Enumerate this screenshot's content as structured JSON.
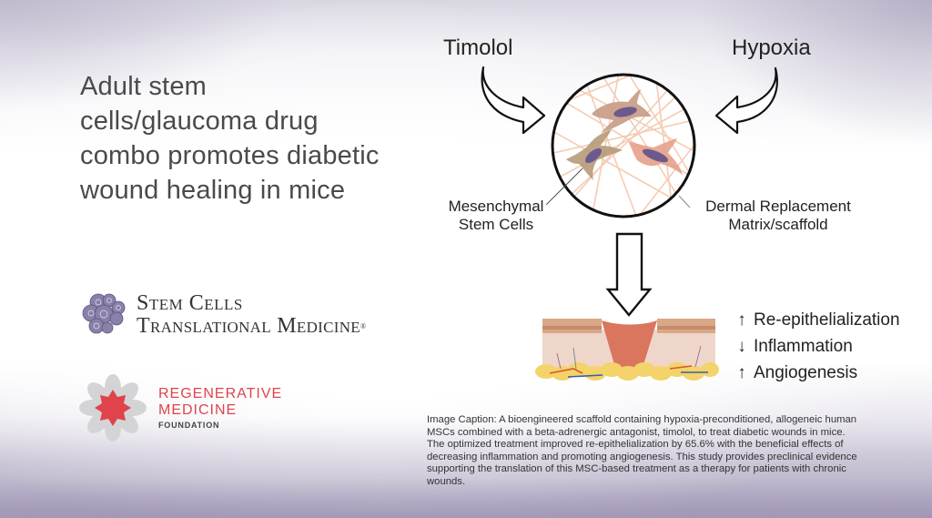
{
  "headline": {
    "lines": [
      "Adult stem",
      "cells/glaucoma drug",
      "combo promotes diabetic",
      "wound healing in mice"
    ]
  },
  "logos": {
    "stem_cells_tm": {
      "line1": "Stem Cells",
      "line2": "Translational Medicine",
      "registered": "®"
    },
    "regenerative_medicine_foundation": {
      "line1": "REGENERATIVE",
      "line2": "MEDICINE",
      "line3": "FOUNDATION",
      "accent_color": "#e0434b"
    }
  },
  "diagram": {
    "inputs": {
      "left": "Timolol",
      "right": "Hypoxia"
    },
    "circle_labels": {
      "left_line1": "Mesenchymal",
      "left_line2": "Stem Cells",
      "right_line1": "Dermal Replacement",
      "right_line2": "Matrix/scaffold"
    },
    "outcomes": [
      {
        "direction": "up",
        "arrow": "↑",
        "label": "Re-epithelialization"
      },
      {
        "direction": "down",
        "arrow": "↓",
        "label": "Inflammation"
      },
      {
        "direction": "up",
        "arrow": "↑",
        "label": "Angiogenesis"
      }
    ]
  },
  "caption": {
    "text": "Image Caption: A bioengineered scaffold containing hypoxia-preconditioned, allogeneic human MSCs combined with a beta-adrenergic antagonist, timolol, to treat diabetic wounds in mice. The optimized treatment improved re-epithelialization by 65.6% with the beneficial effects of decreasing inflammation and promoting angiogenesis.  This study provides preclinical evidence supporting the translation of this MSC-based treatment as a therapy for patients with chronic wounds."
  }
}
